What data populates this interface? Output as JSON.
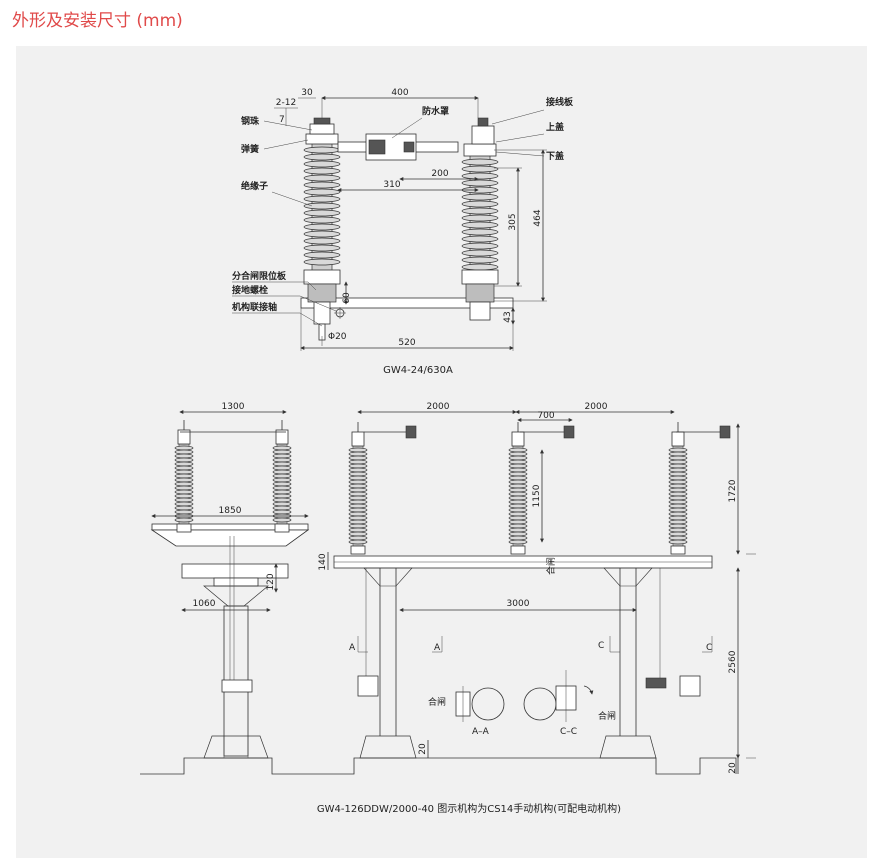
{
  "page": {
    "title": "外形及安装尺寸 (mm)"
  },
  "top_drawing": {
    "caption": "GW4-24/630A",
    "labels": {
      "steel_ball": "钢珠",
      "spring": "弹簧",
      "insulator": "绝缘子",
      "limit_plate": "分合闸限位板",
      "ground_bolt": "接地螺栓",
      "linkage_shaft": "机构联接轴",
      "waterproof_cover": "防水罩",
      "terminal_plate": "接线板",
      "upper_cover": "上盖",
      "lower_cover": "下盖"
    },
    "dims": {
      "d2_12": "2-12",
      "d30": "30",
      "d400": "400",
      "d200": "200",
      "d310": "310",
      "d305": "305",
      "d464": "464",
      "d60": "60",
      "d43": "43",
      "d520": "520",
      "d7": "7",
      "phi20": "Φ20"
    }
  },
  "bottom_drawing": {
    "caption": "GW4-126DDW/2000-40 图示机构为CS14手动机构(可配电动机构)",
    "dims": {
      "d1300": "1300",
      "d2000a": "2000",
      "d700": "700",
      "d2000b": "2000",
      "d1150": "1150",
      "d1720": "1720",
      "d1850": "1850",
      "d140": "140",
      "d120": "120",
      "d1060": "1060",
      "d3000": "3000",
      "d2560": "2560",
      "d20a": "20",
      "d20b": "20"
    },
    "labels": {
      "close_left": "合闸",
      "close_right": "合闸",
      "close_beam": "合闸",
      "section_aa": "A–A",
      "section_cc": "C–C",
      "a_left": "A",
      "a_right": "A",
      "c_left": "C",
      "c_right": "C"
    }
  },
  "colors": {
    "title": "#e04a4a",
    "panel": "#f1f1f1",
    "line": "#333333"
  }
}
